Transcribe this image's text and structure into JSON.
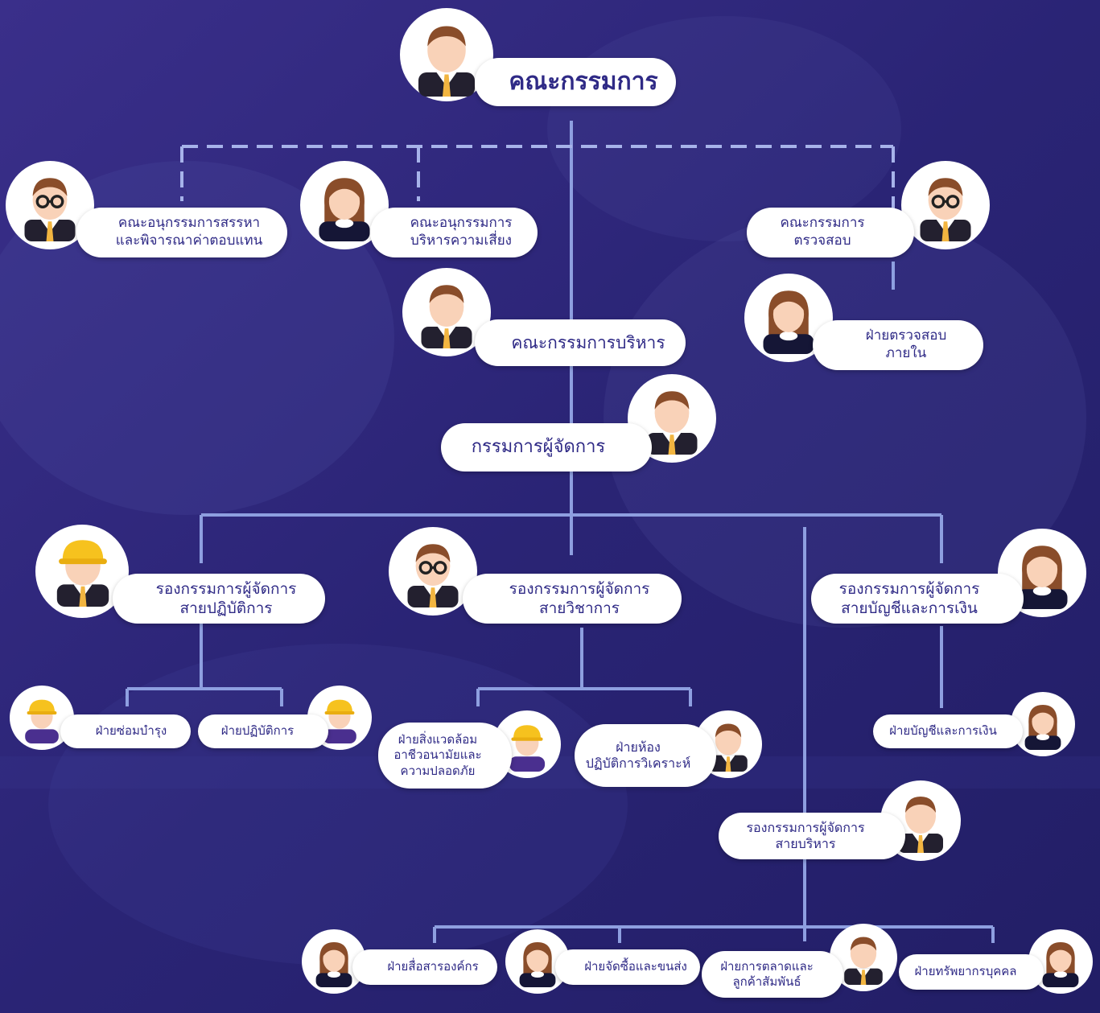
{
  "nodes": {
    "board": "คณะกรรมการ",
    "nomination_committee": "คณะอนุกรรมการสรรหา\nและพิจารณาค่าตอบแทน",
    "risk_committee": "คณะอนุกรรมการ\nบริหารความเสี่ยง",
    "audit_committee": "คณะกรรมการ\nตรวจสอบ",
    "executive_committee": "คณะกรรมการบริหาร",
    "internal_audit": "ฝ่ายตรวจสอบ\nภายใน",
    "managing_director": "กรรมการผู้จัดการ",
    "vp_operations": "รองกรรมการผู้จัดการ\nสายปฏิบัติการ",
    "vp_technical": "รองกรรมการผู้จัดการ\nสายวิชาการ",
    "vp_finance": "รองกรรมการผู้จัดการ\nสายบัญชีและการเงิน",
    "maintenance": "ฝ่ายซ่อมบำรุง",
    "operations": "ฝ่ายปฏิบัติการ",
    "environment_safety": "ฝ่ายสิ่งแวดล้อม\nอาชีวอนามัยและ\nความปลอดภัย",
    "laboratory": "ฝ่ายห้อง\nปฏิบัติการวิเคราะห์",
    "accounting_finance": "ฝ่ายบัญชีและการเงิน",
    "vp_administration": "รองกรรมการผู้จัดการ\nสายบริหาร",
    "corporate_communication": "ฝ่ายสื่อสารองค์กร",
    "procurement_logistics": "ฝ่ายจัดซื้อและขนส่ง",
    "marketing_customer": "ฝ่ายการตลาดและ\nลูกค้าสัมพันธ์",
    "human_resources": "ฝ่ายทรัพยากรบุคคล"
  },
  "colors": {
    "background": "#2a2372",
    "line": "#8e9fe0",
    "label_text": "#2f2a86",
    "helmet": "#f6c21e",
    "skin": "#f9d2b8",
    "suit": "#23202f",
    "tie": "#f2b540"
  }
}
